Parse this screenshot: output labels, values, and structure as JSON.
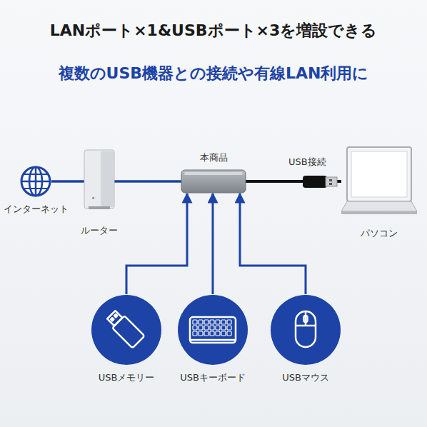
{
  "diagram": {
    "title": "LANポート×1&USBポート×3を増設できる",
    "nodes": [
      {
        "text": [
          "インターネット"
        ]
      },
      {
        "text": [
          "ルーター"
        ]
      },
      {
        "text": [
          "本商品"
        ]
      },
      {
        "text": [
          "パソコン"
        ]
      },
      {
        "text": [
          "USBメモリー"
        ]
      },
      {
        "text": [
          "USBキーボード"
        ]
      },
      {
        "text": [
          "USBマウス"
        ]
      }
    ],
    "edges": [
      {
        "from": 0,
        "to": 1,
        "arrow": "none"
      },
      {
        "from": 1,
        "to": 2,
        "arrow": "none"
      },
      {
        "from": 2,
        "to": 3,
        "label": "USB接続",
        "arrow": "none"
      },
      {
        "from": 4,
        "to": 2,
        "arrow": "to"
      },
      {
        "from": 5,
        "to": 2,
        "arrow": "to"
      },
      {
        "from": 6,
        "to": 2,
        "arrow": "to"
      }
    ],
    "labels": [
      "複数のUSB機器との接続や有線LAN利用に"
    ]
  }
}
